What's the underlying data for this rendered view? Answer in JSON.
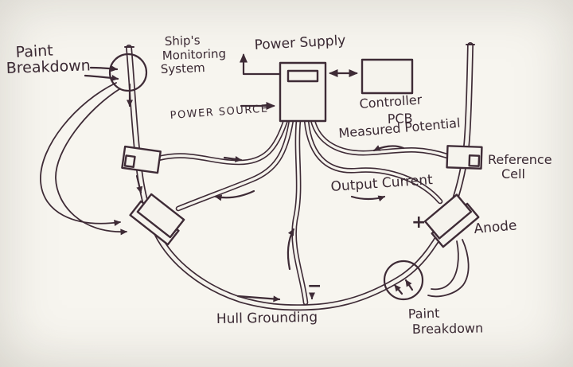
{
  "colors": {
    "ink": "#3e2b36",
    "paper": "#f5f3ed"
  },
  "labels": {
    "paint_breakdown_top": {
      "line1": "Paint",
      "line2": "Breakdown"
    },
    "ships_monitoring_system": {
      "line1": "Ship's",
      "line2": "Monitoring",
      "line3": "System"
    },
    "power_supply": "Power Supply",
    "power_source": "POWER SOURCE",
    "controller_pcb": {
      "line1": "Controller",
      "line2": "PCB"
    },
    "measured_potential": "Measured Potential",
    "reference_cell": {
      "line1": "Reference",
      "line2": "Cell"
    },
    "output_current": "Output Current",
    "anode": "Anode",
    "anode_polarity": "+",
    "hull_polarity": "−",
    "hull_grounding": "Hull Grounding",
    "paint_breakdown_bottom": {
      "line1": "Paint",
      "line2": "Breakdown"
    }
  }
}
